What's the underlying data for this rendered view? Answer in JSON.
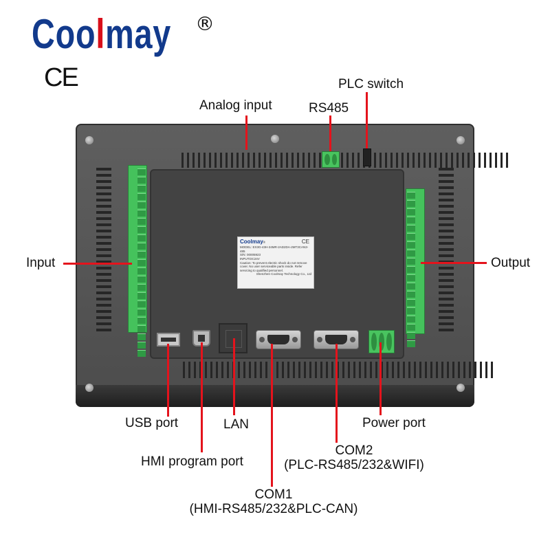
{
  "brand": {
    "name_pre": "Coo",
    "name_mid": "l",
    "name_post": "may",
    "reg_mark": "®",
    "cert": "CE"
  },
  "sticker": {
    "brand": "Coolmay",
    "reg_mark": "®",
    "cert": "CE",
    "model_line": "MODEL: EX3G-43H-24MR-2AD2DA-2MT3CAN3-485",
    "sn_line": "S/N: 00005923",
    "input_line": "INPUT:DC24V",
    "caution_line": "Caution: To prevent electric shock do not remove cover. No user serviceable parts inside. Refer servicing to qualified personnel.",
    "maker_line": "Shenzhen Coolmay Technology Co., Ltd"
  },
  "labels": {
    "analog_input": "Analog input",
    "rs485": "RS485",
    "plc_switch": "PLC switch",
    "input": "Input",
    "output": "Output",
    "usb_port": "USB port",
    "hmi_program_port": "HMI program port",
    "lan": "LAN",
    "com1_title": "COM1",
    "com1_detail": "(HMI-RS485/232&PLC-CAN)",
    "com2_title": "COM2",
    "com2_detail": "(PLC-RS485/232&WIFI)",
    "power_port": "Power port"
  },
  "colors": {
    "brand_blue": "#123a8c",
    "brand_red": "#d90f1a",
    "leader_red": "#e4131c",
    "terminal_green": "#45c25c"
  }
}
